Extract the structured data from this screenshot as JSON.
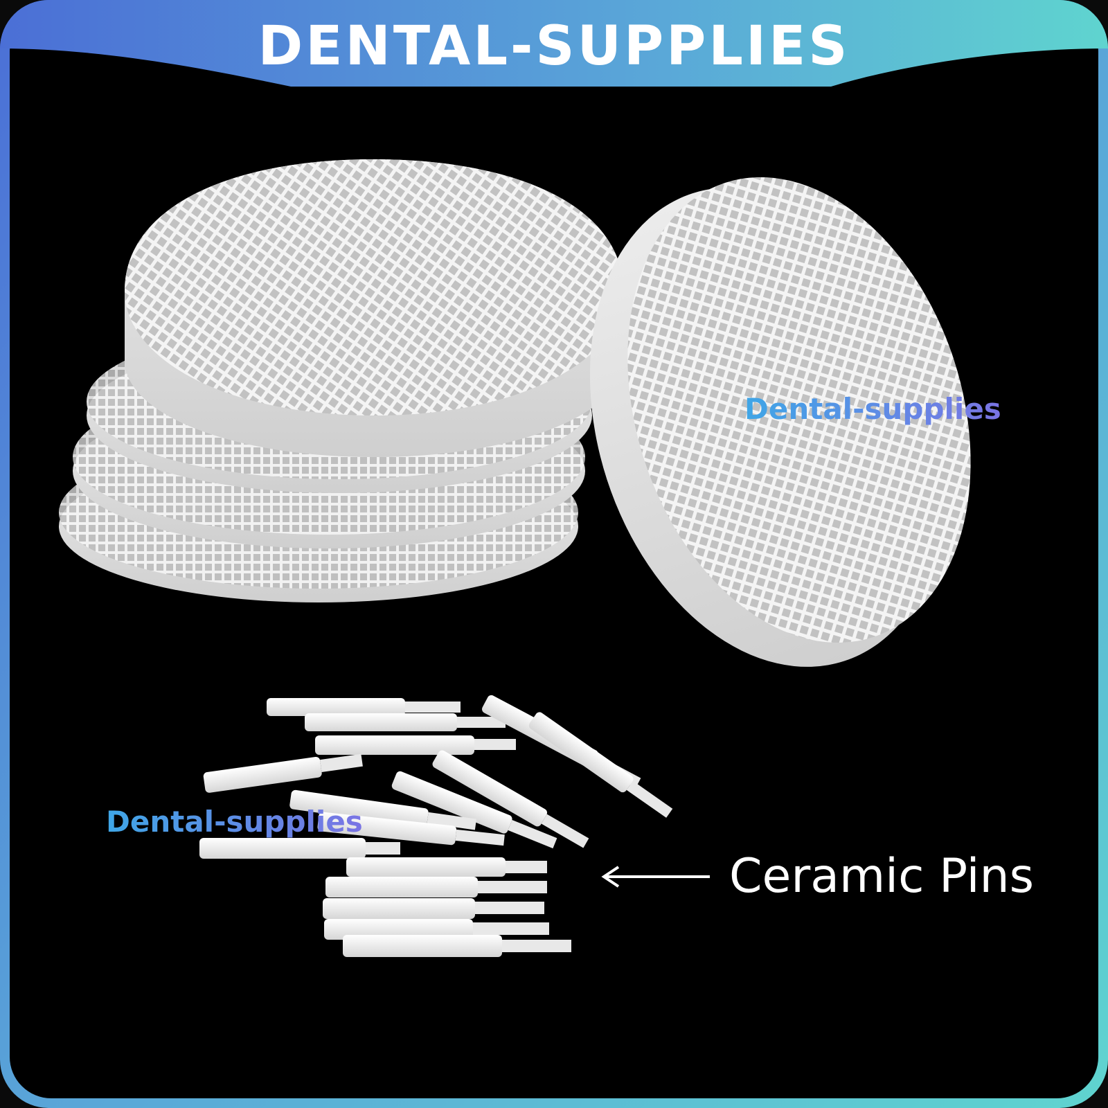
{
  "banner": {
    "title": "DENTAL-SUPPLIES"
  },
  "watermarks": {
    "primary": "Dental-supplies",
    "secondary": "Dental-supplies"
  },
  "annotation": {
    "label": "Ceramic Pins",
    "arrow_icon": "left-arrow-icon"
  },
  "colors": {
    "background": "#000000",
    "banner_left": "#4b6fd6",
    "banner_right": "#5fd4cf",
    "product": "#f2f2f2"
  }
}
